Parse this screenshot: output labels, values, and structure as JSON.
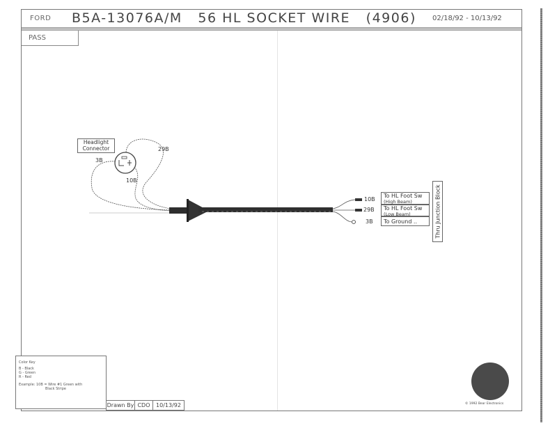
{
  "header": {
    "maker": "FORD",
    "part_number": "B5A-13076A/M",
    "title": "56 HL SOCKET WIRE",
    "code": "(4906)",
    "date_range": "02/18/92 - 10/13/92",
    "section": "PASS"
  },
  "connector": {
    "label_line1": "Headlight",
    "label_line2": "Connector"
  },
  "wires": [
    {
      "id": "29B",
      "label": "29B"
    },
    {
      "id": "3B",
      "label": "3B"
    },
    {
      "id": "10B",
      "label": "10B"
    }
  ],
  "terminals": [
    {
      "wire": "10B",
      "dest_line1": "To HL Foot Sw",
      "dest_line2": "(High Beam)"
    },
    {
      "wire": "29B",
      "dest_line1": "To HL Foot Sw",
      "dest_line2": "(Low Beam)"
    },
    {
      "wire": "3B",
      "dest_line1": "To Ground ..",
      "dest_line2": ""
    }
  ],
  "junction_label": "Thru Junction Block",
  "color_key": {
    "title": "Color Key",
    "items": [
      "B - Black",
      "G - Green",
      "R - Red"
    ],
    "example_line1": "Example: 10B = Wire #1 Green with",
    "example_line2": "Black Stripe"
  },
  "drawn_by": {
    "label": "Drawn By",
    "initials": "CDO",
    "date": "10/13/92"
  },
  "copyright": "© 1992 Bear Electronics"
}
